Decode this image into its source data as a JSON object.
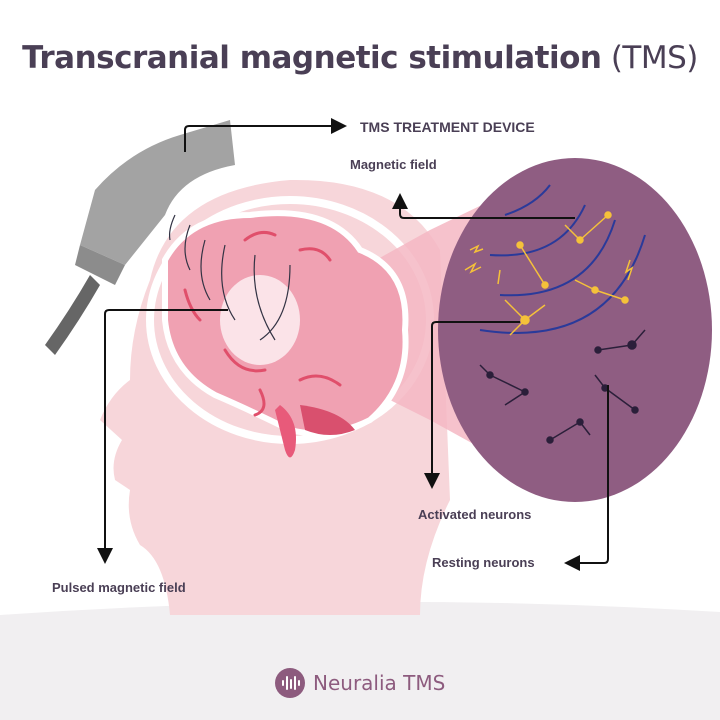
{
  "title": {
    "bold": "Transcranial magnetic stimulation",
    "normal": "(TMS)"
  },
  "labels": {
    "device": "TMS TREATMENT DEVICE",
    "magnetic_field": "Magnetic field",
    "activated_neurons": "Activated neurons",
    "resting_neurons": "Resting neurons",
    "pulsed_field": "Pulsed magnetic field"
  },
  "brand": {
    "name": "Neuralia TMS",
    "color": "#8d5b7e"
  },
  "colors": {
    "text": "#4a3f55",
    "circle": "#8f5d82",
    "head": "#f7d6da",
    "brain": "#f0a1b2",
    "field": "#2a3a9a",
    "neuron_active": "#f5c13a"
  }
}
